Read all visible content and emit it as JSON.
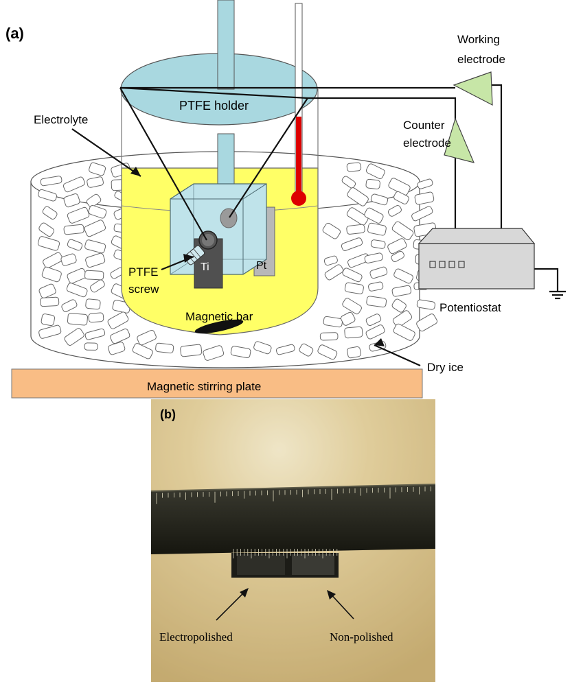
{
  "panel_a": {
    "label": "(a)",
    "labels": {
      "working_electrode_1": "Working",
      "working_electrode_2": "electrode",
      "counter_electrode_1": "Counter",
      "counter_electrode_2": "electrode",
      "electrolyte": "Electrolyte",
      "ptfe_holder": "PTFE holder",
      "ptfe_screw_1": "PTFE",
      "ptfe_screw_2": "screw",
      "ti": "Ti",
      "pt": "Pt",
      "magnetic_bar": "Magnetic bar",
      "potentiostat": "Potentiostat",
      "dry_ice": "Dry ice",
      "stirring_plate": "Magnetic stirring plate"
    },
    "colors": {
      "electrolyte": "#ffff66",
      "ptfe": "#a9d8e0",
      "cube": "#bfe3ea",
      "thermometer": "#dd0000",
      "amplifier": "#c7e6a7",
      "potentiostat": "#d8d8d8",
      "plate": "#f9bd85",
      "ti": "#505050",
      "pt": "#b8b8b8"
    }
  },
  "panel_b": {
    "label": "(b)",
    "caption_left": "Electropolished",
    "caption_right": "Non-polished",
    "colors": {
      "photo_bg": "#c8b078",
      "ruler": "#2a2a22"
    }
  }
}
